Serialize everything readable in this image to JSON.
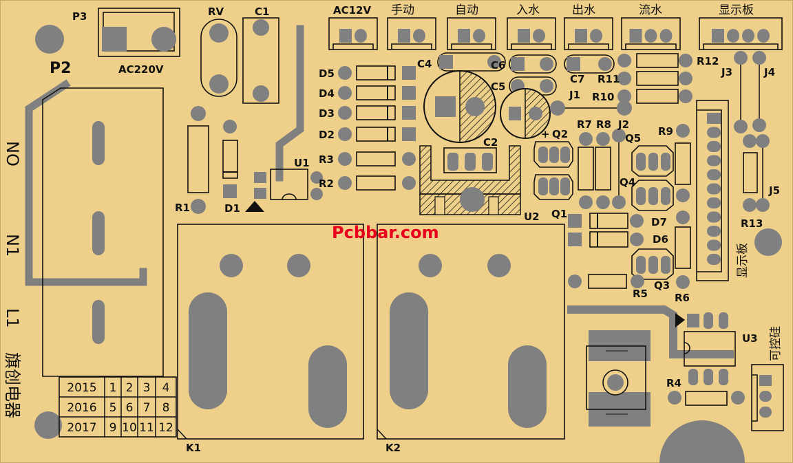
{
  "connectors": {
    "p3": "P3",
    "p2": "P2",
    "ac220v": "AC220V",
    "rv": "RV",
    "c1": "C1",
    "ac12v": "AC12V",
    "manual": "手动",
    "auto": "自动",
    "inlet": "入水",
    "outlet": "出水",
    "flow": "流水",
    "display": "显示板"
  },
  "capacitors": {
    "c2": "C2",
    "c4": "C4",
    "c5": "C5",
    "c6": "C6",
    "c7": "C7"
  },
  "diodes": {
    "d1": "D1",
    "d2": "D2",
    "d3": "D3",
    "d4": "D4",
    "d5": "D5",
    "d6": "D6",
    "d7": "D7"
  },
  "resistors": {
    "r1": "R1",
    "r2": "R2",
    "r3": "R3",
    "r4": "R4",
    "r5": "R5",
    "r6": "R6",
    "r7": "R7",
    "r8": "R8",
    "r9": "R9",
    "r10": "R10",
    "r11": "R11",
    "r12": "R12",
    "r13": "R13"
  },
  "transistors": {
    "q1": "Q1",
    "q2": "Q2",
    "q3": "Q3",
    "q4": "Q4",
    "q5": "Q5"
  },
  "ics": {
    "u1": "U1",
    "u2": "U2",
    "u3": "U3"
  },
  "jumpers": {
    "j1": "J1",
    "j2": "J2",
    "j3": "J3",
    "j4": "J4",
    "j5": "J5"
  },
  "relays": {
    "k1": "K1",
    "k2": "K2"
  },
  "side_labels": {
    "no": "NO",
    "n1": "N1",
    "l1": "L1",
    "brand": "旗创电器",
    "display_board": "显示板",
    "triac": "可控硅"
  },
  "plus": "+",
  "watermark": "Pcbbar.com",
  "date_grid": [
    [
      "2015",
      "1",
      "2",
      "3",
      "4"
    ],
    [
      "2016",
      "5",
      "6",
      "7",
      "8"
    ],
    [
      "2017",
      "9",
      "10",
      "11",
      "12"
    ]
  ],
  "colors": {
    "board": "#efd08a",
    "copper": "#808080",
    "silkscreen": "#111111",
    "watermark": "#e8001c"
  }
}
